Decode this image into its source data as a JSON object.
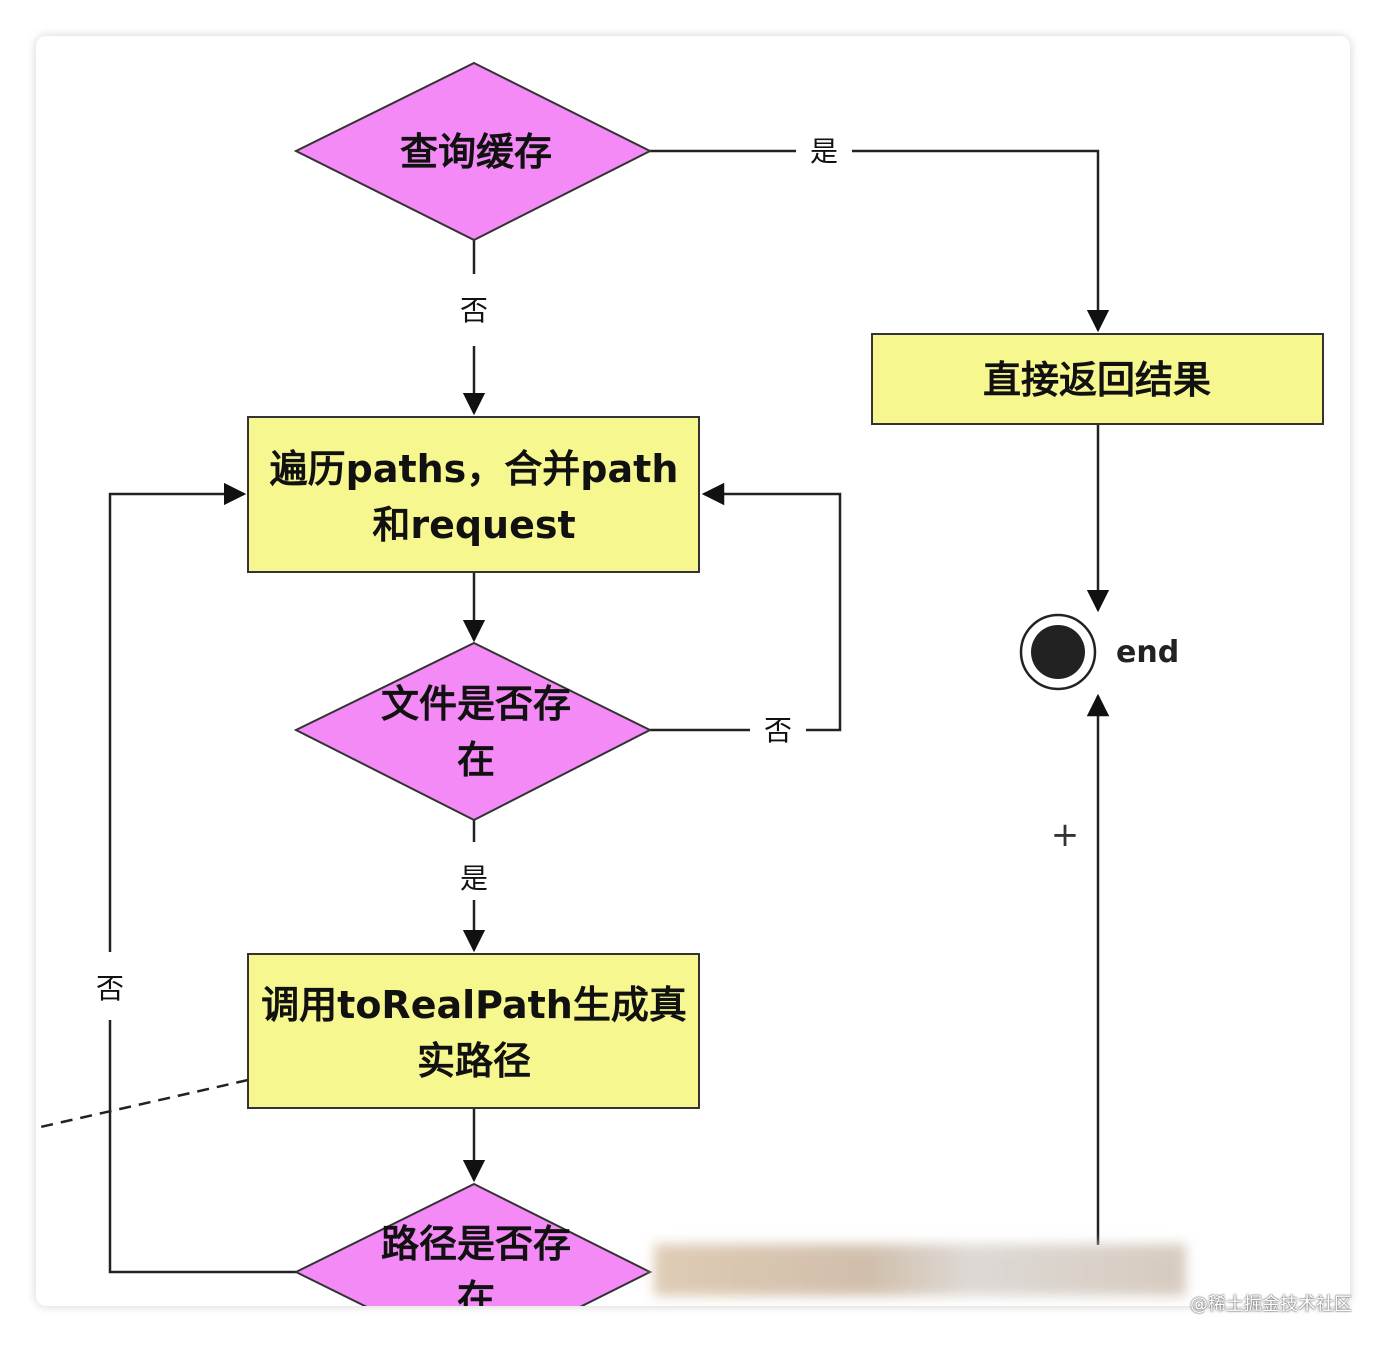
{
  "nodes": {
    "query_cache": "查询缓存",
    "return_result": "直接返回结果",
    "iterate_line1": "遍历paths，合并path",
    "iterate_line2": "和request",
    "file_exists_line1": "文件是否存",
    "file_exists_line2": "在",
    "call_realpath_line1": "调用toRealPath生成真",
    "call_realpath_line2": "实路径",
    "path_exists_line1": "路径是否存",
    "path_exists_line2": "在",
    "end": "end"
  },
  "edges": {
    "yes_cache": "是",
    "no_cache": "否",
    "no_file": "否",
    "yes_file": "是",
    "no_path": "否"
  },
  "marks": {
    "plus": "+"
  },
  "watermark": "@稀土掘金技术社区",
  "colors": {
    "decision_fill": "#f38af6",
    "process_fill": "#f7f78f",
    "stroke": "#333333",
    "end_fill": "#222222"
  }
}
